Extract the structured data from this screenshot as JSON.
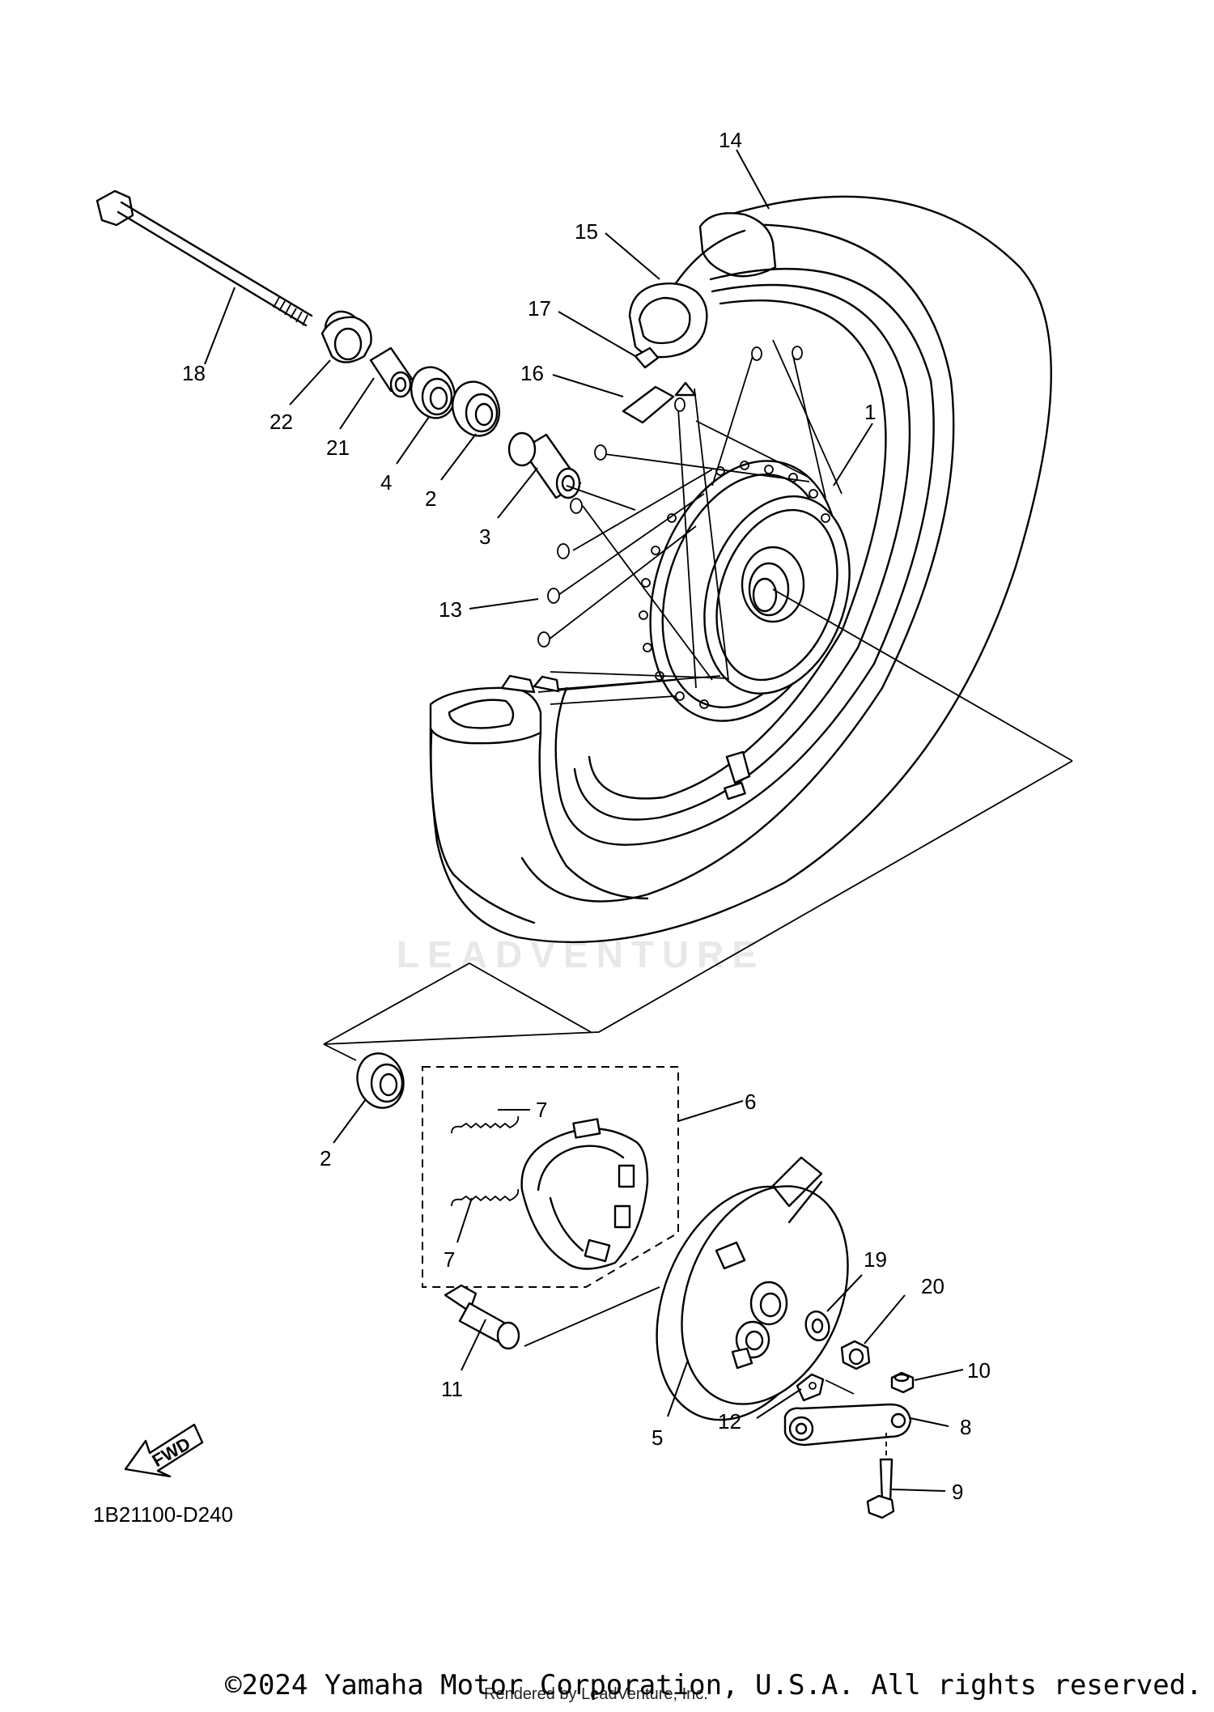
{
  "labels": {
    "l1": "1",
    "l2a": "2",
    "l2b": "2",
    "l3": "3",
    "l4": "4",
    "l5": "5",
    "l6": "6",
    "l7a": "7",
    "l7b": "7",
    "l8": "8",
    "l9": "9",
    "l10": "10",
    "l11": "11",
    "l12": "12",
    "l13": "13",
    "l14": "14",
    "l15": "15",
    "l16": "16",
    "l17": "17",
    "l18": "18",
    "l19": "19",
    "l20": "20",
    "l21": "21",
    "l22": "22"
  },
  "fwd_label": "FWD",
  "diagram_code": "1B21100-D240",
  "watermark": "LEADVENTURE",
  "copyright": "©2024 Yamaha Motor Corporation, U.S.A. All rights reserved.",
  "rendered_by": "Rendered by LeadVenture, Inc."
}
